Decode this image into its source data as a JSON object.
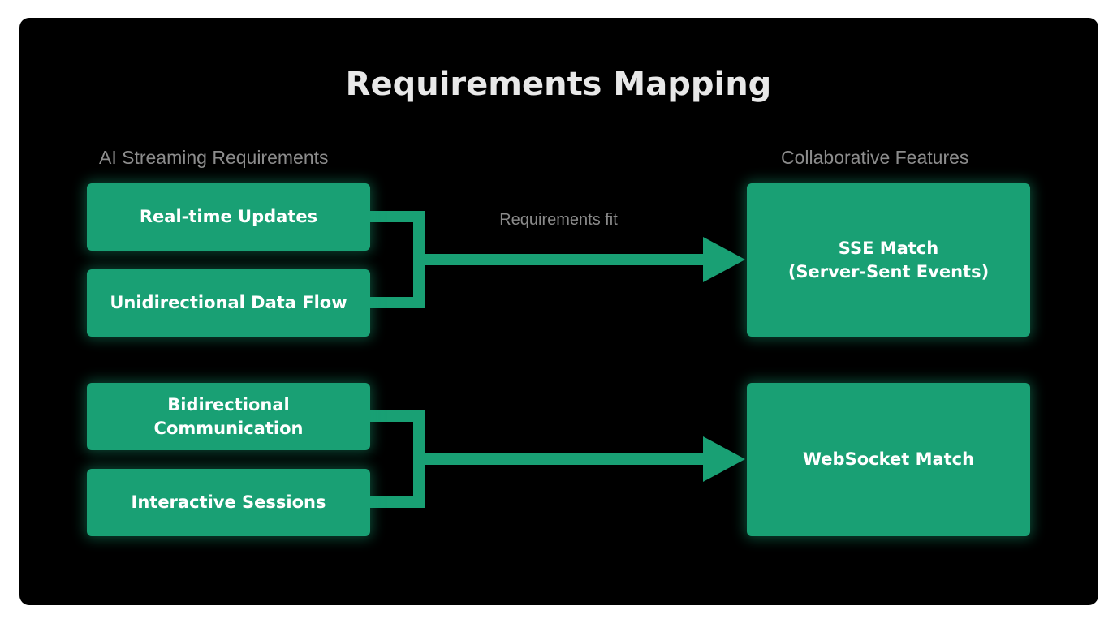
{
  "title": "Requirements Mapping",
  "left_column_label": "AI Streaming Requirements",
  "right_column_label": "Collaborative Features",
  "connector_label": "Requirements fit",
  "requirements": [
    {
      "label_lines": [
        "Real-time Updates"
      ]
    },
    {
      "label_lines": [
        "Unidirectional Data Flow"
      ]
    },
    {
      "label_lines": [
        "Bidirectional",
        "Communication"
      ]
    },
    {
      "label_lines": [
        "Interactive Sessions"
      ]
    }
  ],
  "features": [
    {
      "label_lines": [
        "SSE Match",
        "(Server-Sent Events)"
      ]
    },
    {
      "label_lines": [
        "WebSocket Match"
      ]
    }
  ],
  "colors": {
    "background": "#000000",
    "box_fill": "#19a074",
    "connector": "#19a074",
    "title_text": "#e8e8e8",
    "label_text": "#8c8c8c"
  }
}
